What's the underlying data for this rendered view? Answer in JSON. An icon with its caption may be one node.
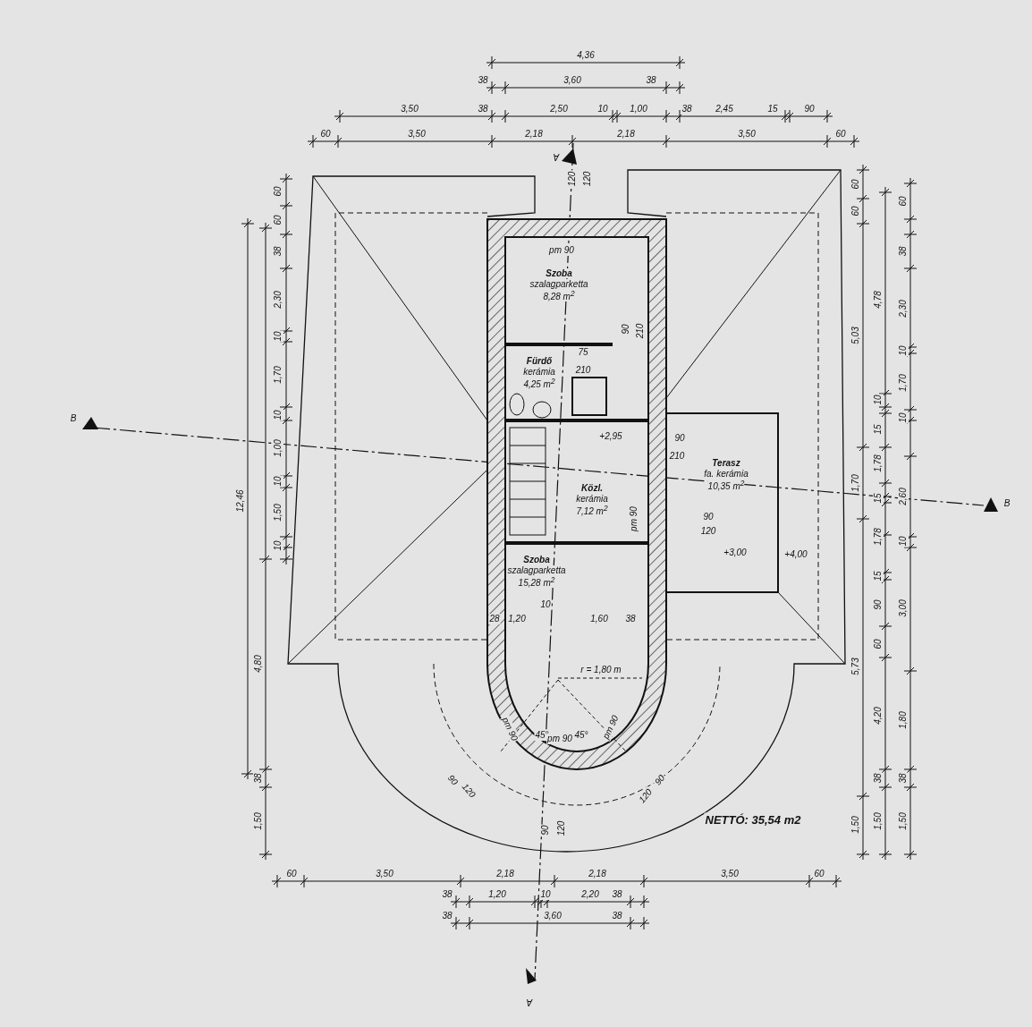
{
  "diagram": {
    "nodes": [
      {
        "text": [
          "Szoba",
          "szalagparketta",
          "8,28 m$^{2}$"
        ]
      },
      {
        "text": [
          "Fürdő",
          "kerámia",
          "4,25 m$^{2}$"
        ]
      },
      {
        "text": [
          "Közl.",
          "kerámia",
          "7,12 m$^{2}$"
        ]
      },
      {
        "text": [
          "Terasz",
          "fa. kerámia",
          "10,35 m$^{2}$"
        ]
      },
      {
        "text": [
          "Szoba",
          "szalagparketta",
          "15,28 m$^{2}$"
        ]
      }
    ],
    "labels": [
      "4,36",
      "38",
      "3,60",
      "38",
      "3,50",
      "38",
      "2,50",
      "10",
      "1,00",
      "38",
      "2,45",
      "15",
      "90",
      "60",
      "3,50",
      "2,18",
      "2,18",
      "3,50",
      "60",
      "A",
      "120",
      "120",
      "B",
      "B",
      "60",
      "60",
      "38",
      "2,30",
      "10",
      "1,70",
      "10",
      "1,00",
      "10",
      "1,50",
      "10",
      "4,80",
      "12,46",
      "38",
      "1,50",
      "60",
      "60",
      "5,03",
      "1,70",
      "5,73",
      "1,50",
      "4,78",
      "10",
      "15",
      "1,78",
      "15",
      "1,78",
      "15",
      "90",
      "60",
      "4,20",
      "38",
      "1,50",
      "60",
      "38",
      "2,30",
      "10",
      "1,70",
      "10",
      "2,60",
      "10",
      "3,00",
      "1,80",
      "38",
      "1,50",
      "pm 90",
      "90",
      "210",
      "75",
      "210",
      "+2,95",
      "90",
      "210",
      "pm 90",
      "90",
      "120",
      "+3,00",
      "+4,00",
      "10",
      "28",
      "1,20",
      "1,60",
      "38",
      "r = 1,80 m",
      "45°",
      "45°",
      "pm 90",
      "pm 90",
      "pm 90",
      "90",
      "120",
      "90",
      "120",
      "90",
      "120",
      "NETTÓ: 35,54 m2",
      "60",
      "3,50",
      "2,18",
      "2,18",
      "3,50",
      "60",
      "38",
      "1,20",
      "10",
      "2,20",
      "38",
      "38",
      "3,60",
      "38",
      "A"
    ]
  }
}
